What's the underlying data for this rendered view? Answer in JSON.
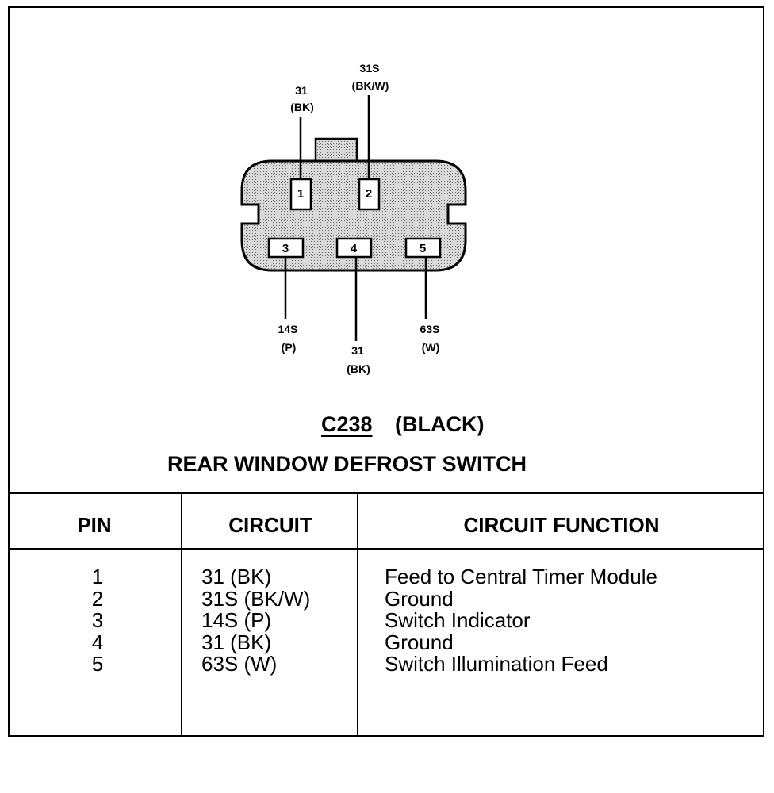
{
  "connector": {
    "id": "C238",
    "color": "(BLACK)",
    "name": "REAR WINDOW DEFROST SWITCH",
    "body_color": "#bdbdbd",
    "pins": [
      {
        "number": "1",
        "circuit": "31",
        "wire_color": "(BK)"
      },
      {
        "number": "2",
        "circuit": "31S",
        "wire_color": "(BK/W)"
      },
      {
        "number": "3",
        "circuit": "14S",
        "wire_color": "(P)"
      },
      {
        "number": "4",
        "circuit": "31",
        "wire_color": "(BK)"
      },
      {
        "number": "5",
        "circuit": "63S",
        "wire_color": "(W)"
      }
    ]
  },
  "table": {
    "headers": {
      "pin": "PIN",
      "circuit": "CIRCUIT",
      "function": "CIRCUIT FUNCTION"
    },
    "rows": [
      {
        "pin": "1",
        "circuit": "31 (BK)",
        "function": "Feed to Central Timer Module"
      },
      {
        "pin": "2",
        "circuit": "31S (BK/W)",
        "function": "Ground"
      },
      {
        "pin": "3",
        "circuit": "14S (P)",
        "function": "Switch Indicator"
      },
      {
        "pin": "4",
        "circuit": "31 (BK)",
        "function": "Ground"
      },
      {
        "pin": "5",
        "circuit": "63S (W)",
        "function": "Switch Illumination Feed"
      }
    ]
  }
}
